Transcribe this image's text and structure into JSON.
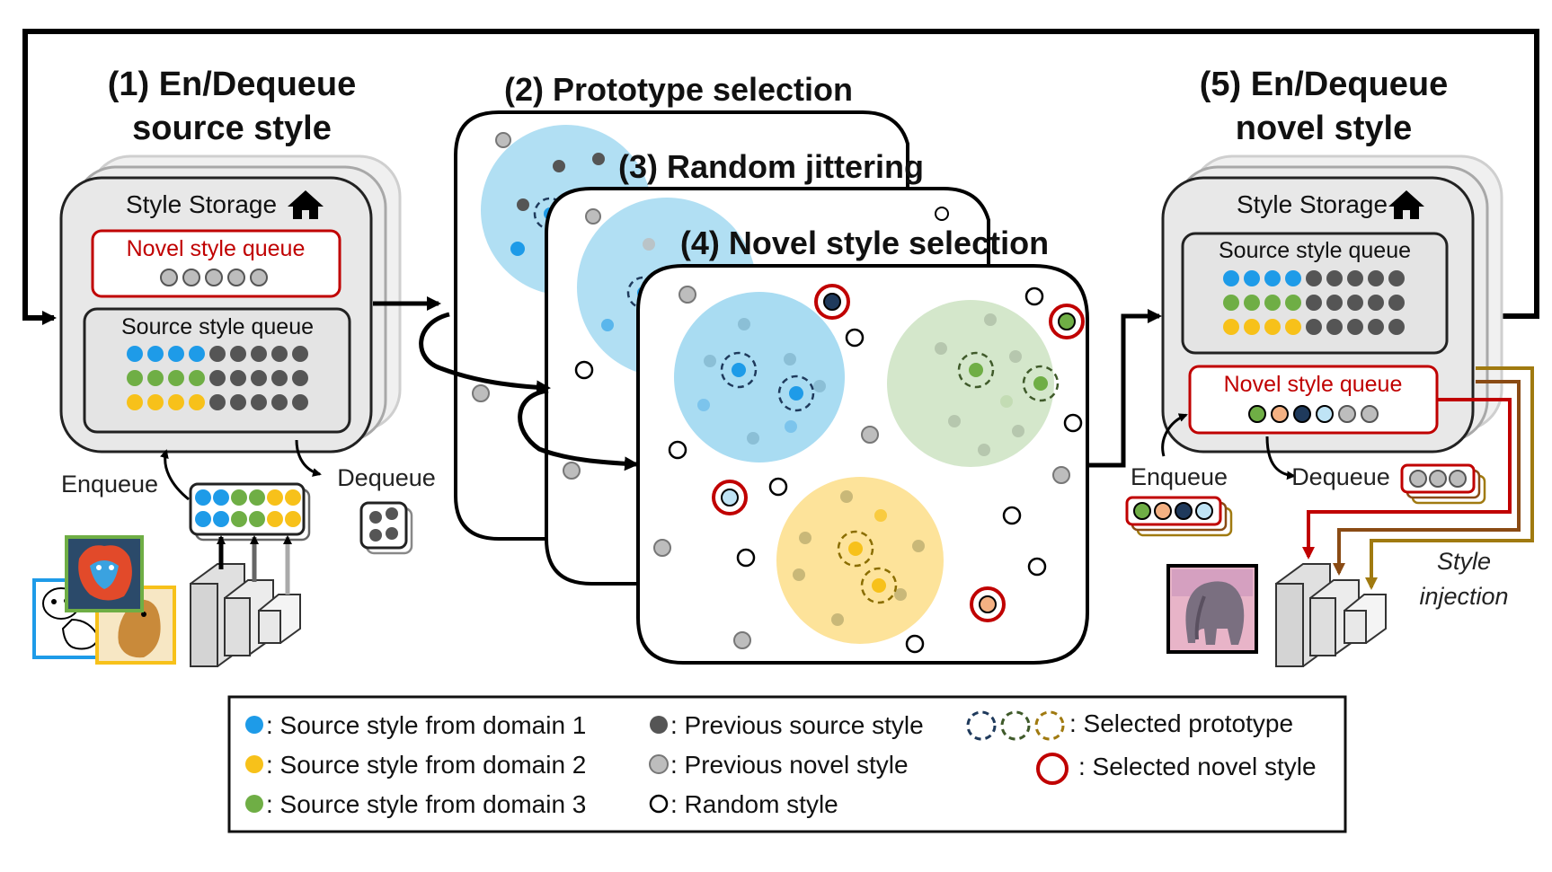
{
  "titles": {
    "step1_line1": "(1) En/Dequeue",
    "step1_line2": "source style",
    "step2": "(2) Prototype selection",
    "step3": "(3) Random jittering",
    "step4": "(4) Novel style selection",
    "step5_line1": "(5) En/Dequeue",
    "step5_line2": "novel style"
  },
  "left_storage": {
    "title": "Style Storage",
    "novel_queue_label": "Novel style queue",
    "source_queue_label": "Source style queue"
  },
  "right_storage": {
    "title": "Style Storage",
    "source_queue_label": "Source style queue",
    "novel_queue_label": "Novel style queue"
  },
  "flow": {
    "enqueue_left": "Enqueue",
    "dequeue_left": "Dequeue",
    "enqueue_right": "Enqueue",
    "dequeue_right": "Dequeue",
    "style_injection_line1": "Style",
    "style_injection_line2": "injection"
  },
  "legend": {
    "domain1": ": Source style from domain 1",
    "domain2": ": Source style from domain 2",
    "domain3": ": Source style from domain 3",
    "prev_source": ": Previous source style",
    "prev_novel": ": Previous novel style",
    "random": ": Random style",
    "selected_prototype": ": Selected prototype",
    "selected_novel": ": Selected novel style"
  },
  "colors": {
    "domain1": "#1e9be8",
    "domain2": "#f7c11a",
    "domain3": "#6fae45",
    "prev_source": "#555555",
    "prev_novel": "#bdbdbd",
    "novel_red": "#c00000",
    "dark_navy": "#1f3a5c",
    "cluster_blue": "#a9dcf2",
    "cluster_green": "#d4e7cb",
    "cluster_yellow": "#fde39a",
    "orange": "#f4b183"
  }
}
